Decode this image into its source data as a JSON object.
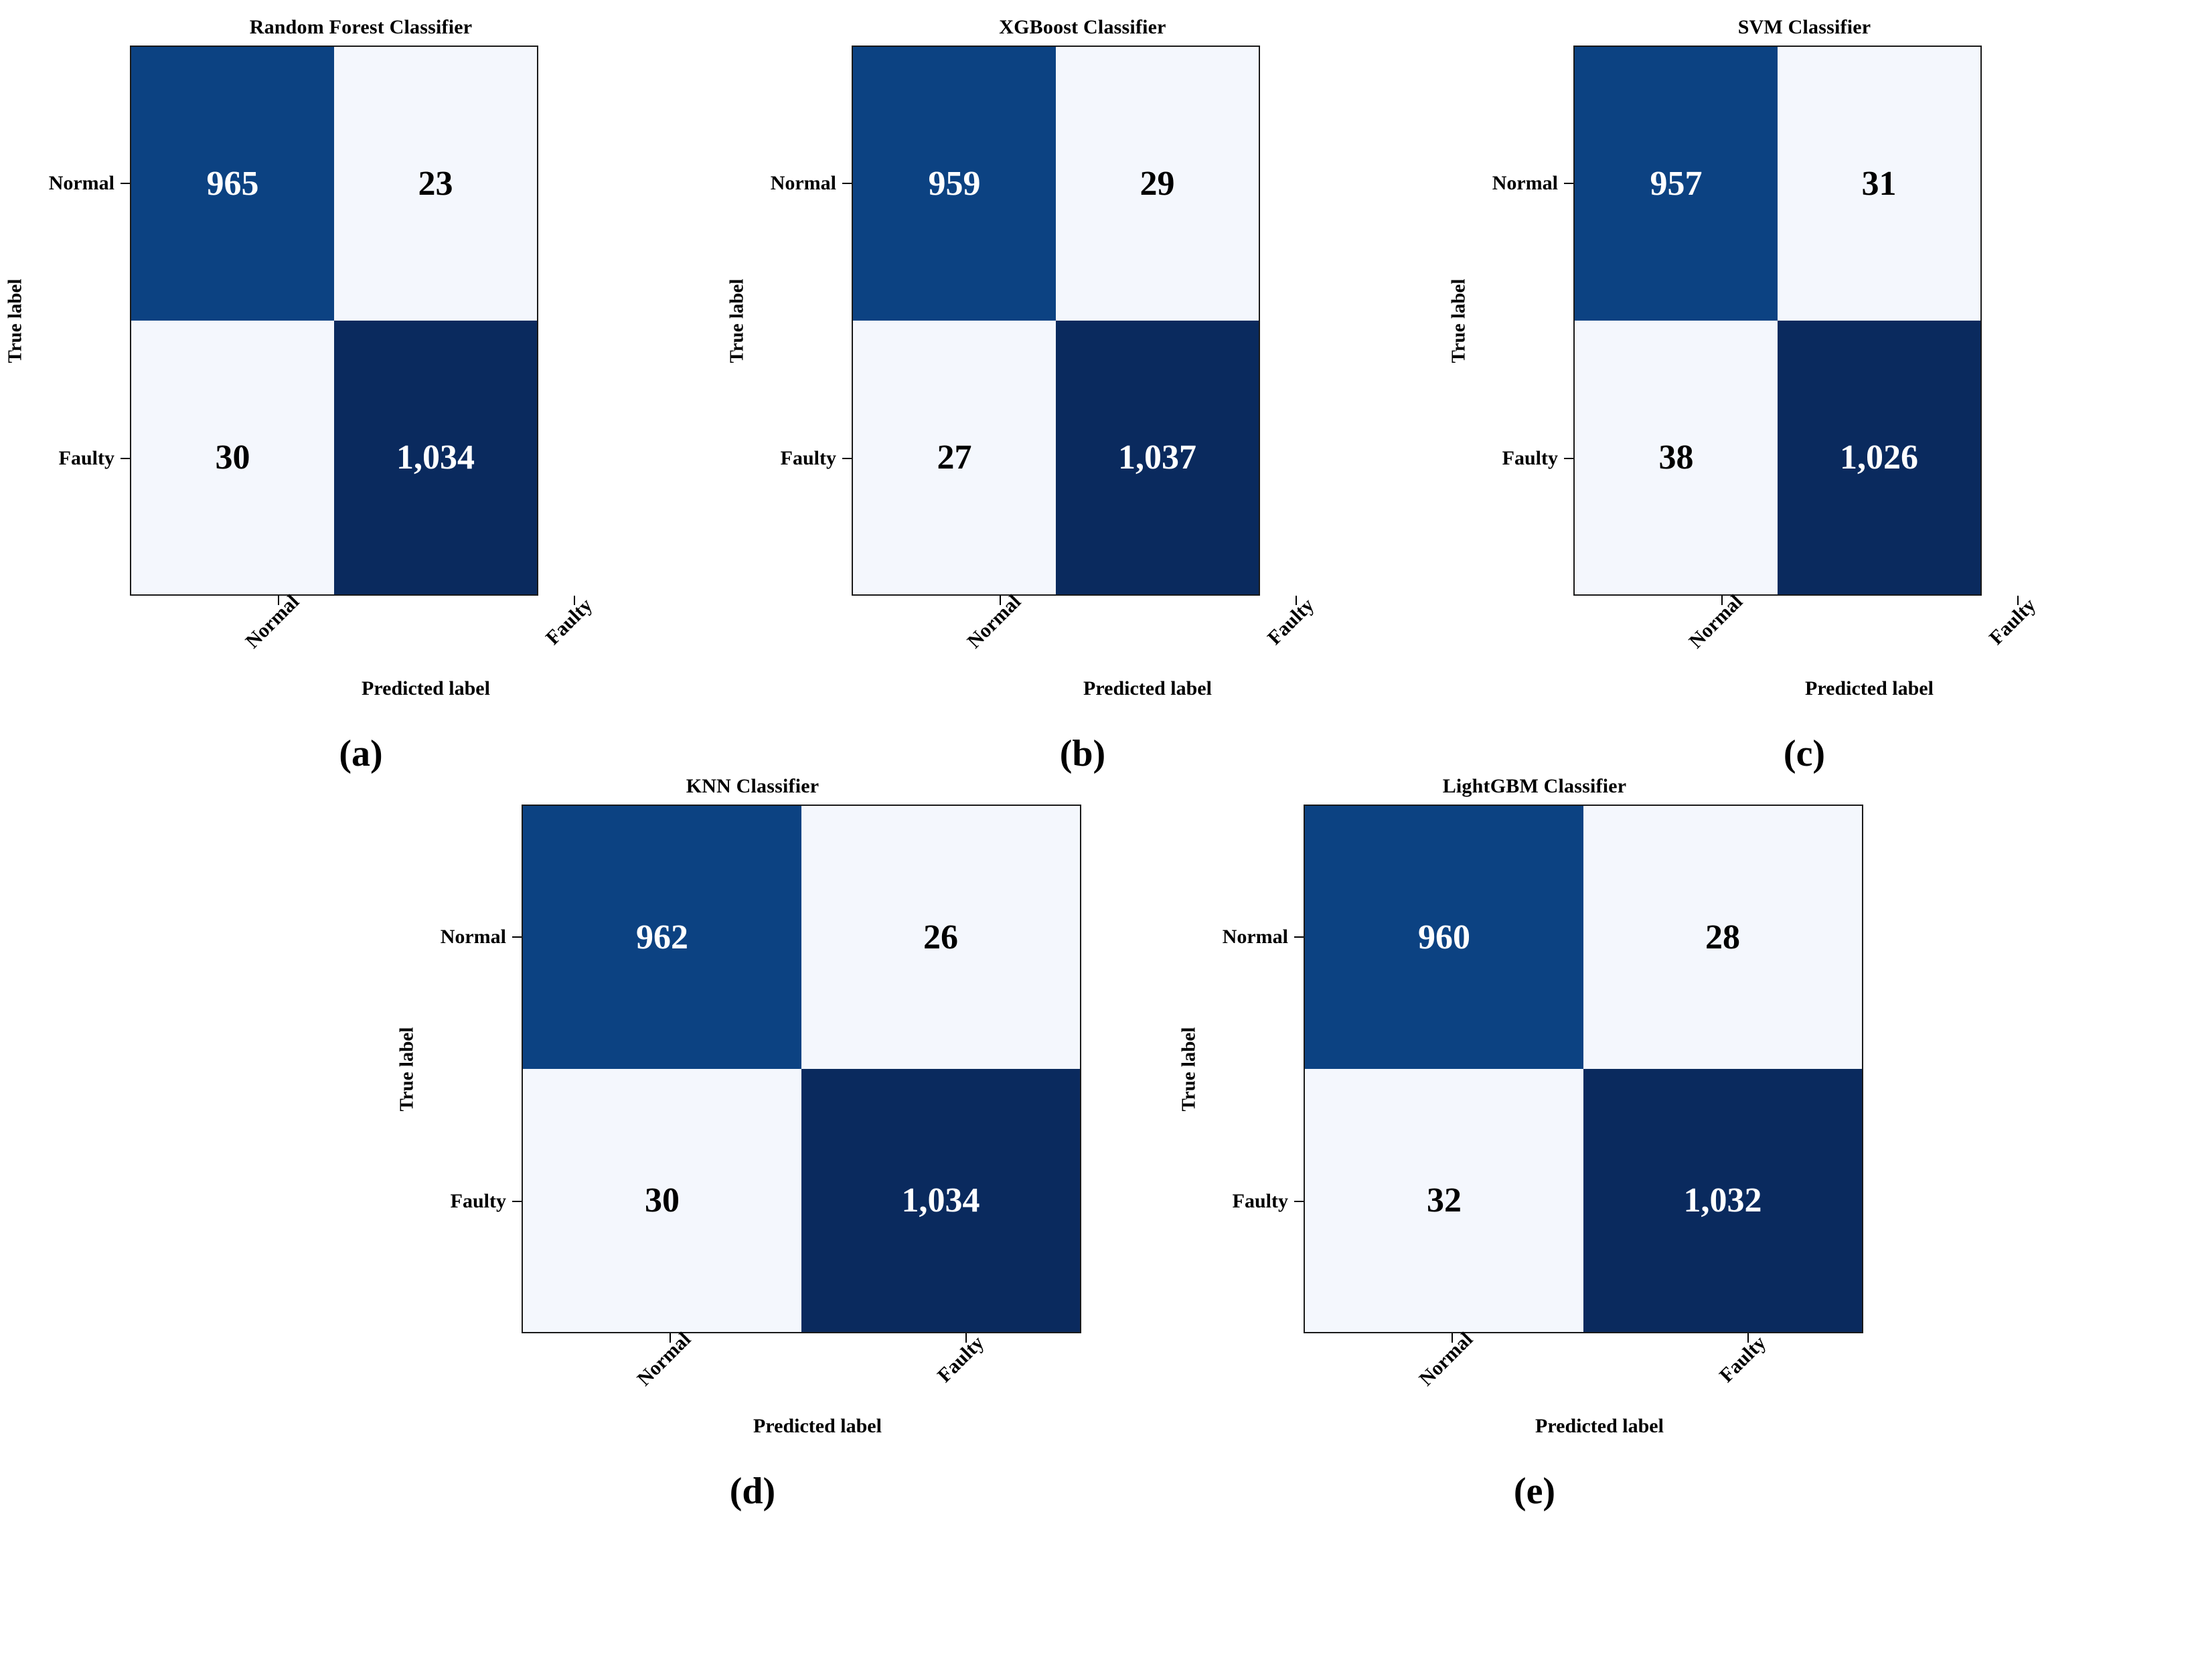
{
  "figure": {
    "axis_labels": {
      "x": "Predicted label",
      "y": "True label"
    },
    "classes": [
      "Normal",
      "Faulty"
    ],
    "colors": {
      "cell_true_normal": "#0C4282",
      "cell_true_faulty": "#0A2A5E",
      "cell_off_diagonal": "#F4F7FD",
      "text_on_dark": "#FFFFFF",
      "text_on_light": "#000000",
      "border": "#1A1A1A",
      "background": "#FFFFFF"
    }
  },
  "chart_data": [
    {
      "type": "heatmap",
      "title": "Random Forest Classifier",
      "caption": "(a)",
      "xlabel": "Predicted label",
      "ylabel": "True label",
      "categories": [
        "Normal",
        "Faulty"
      ],
      "row_labels": [
        "Normal",
        "Faulty"
      ],
      "col_labels": [
        "Normal",
        "Faulty"
      ],
      "values": [
        [
          965,
          23
        ],
        [
          30,
          1034
        ]
      ],
      "cells": [
        {
          "text": "965",
          "dark": true
        },
        {
          "text": "23",
          "dark": false
        },
        {
          "text": "30",
          "dark": false
        },
        {
          "text": "1,034",
          "dark": true
        }
      ]
    },
    {
      "type": "heatmap",
      "title": "XGBoost Classifier",
      "caption": "(b)",
      "xlabel": "Predicted label",
      "ylabel": "True label",
      "categories": [
        "Normal",
        "Faulty"
      ],
      "row_labels": [
        "Normal",
        "Faulty"
      ],
      "col_labels": [
        "Normal",
        "Faulty"
      ],
      "values": [
        [
          959,
          29
        ],
        [
          27,
          1037
        ]
      ],
      "cells": [
        {
          "text": "959",
          "dark": true
        },
        {
          "text": "29",
          "dark": false
        },
        {
          "text": "27",
          "dark": false
        },
        {
          "text": "1,037",
          "dark": true
        }
      ]
    },
    {
      "type": "heatmap",
      "title": "SVM Classifier",
      "caption": "(c)",
      "xlabel": "Predicted label",
      "ylabel": "True label",
      "categories": [
        "Normal",
        "Faulty"
      ],
      "row_labels": [
        "Normal",
        "Faulty"
      ],
      "col_labels": [
        "Normal",
        "Faulty"
      ],
      "values": [
        [
          957,
          31
        ],
        [
          38,
          1026
        ]
      ],
      "cells": [
        {
          "text": "957",
          "dark": true
        },
        {
          "text": "31",
          "dark": false
        },
        {
          "text": "38",
          "dark": false
        },
        {
          "text": "1,026",
          "dark": true
        }
      ]
    },
    {
      "type": "heatmap",
      "title": "KNN Classifier",
      "caption": "(d)",
      "xlabel": "Predicted label",
      "ylabel": "True label",
      "categories": [
        "Normal",
        "Faulty"
      ],
      "row_labels": [
        "Normal",
        "Faulty"
      ],
      "col_labels": [
        "Normal",
        "Faulty"
      ],
      "values": [
        [
          962,
          26
        ],
        [
          30,
          1034
        ]
      ],
      "cells": [
        {
          "text": "962",
          "dark": true
        },
        {
          "text": "26",
          "dark": false
        },
        {
          "text": "30",
          "dark": false
        },
        {
          "text": "1,034",
          "dark": true
        }
      ]
    },
    {
      "type": "heatmap",
      "title": "LightGBM Classifier",
      "caption": "(e)",
      "xlabel": "Predicted label",
      "ylabel": "True label",
      "categories": [
        "Normal",
        "Faulty"
      ],
      "row_labels": [
        "Normal",
        "Faulty"
      ],
      "col_labels": [
        "Normal",
        "Faulty"
      ],
      "values": [
        [
          960,
          28
        ],
        [
          32,
          1032
        ]
      ],
      "cells": [
        {
          "text": "960",
          "dark": true
        },
        {
          "text": "28",
          "dark": false
        },
        {
          "text": "32",
          "dark": false
        },
        {
          "text": "1,032",
          "dark": true
        }
      ]
    }
  ]
}
